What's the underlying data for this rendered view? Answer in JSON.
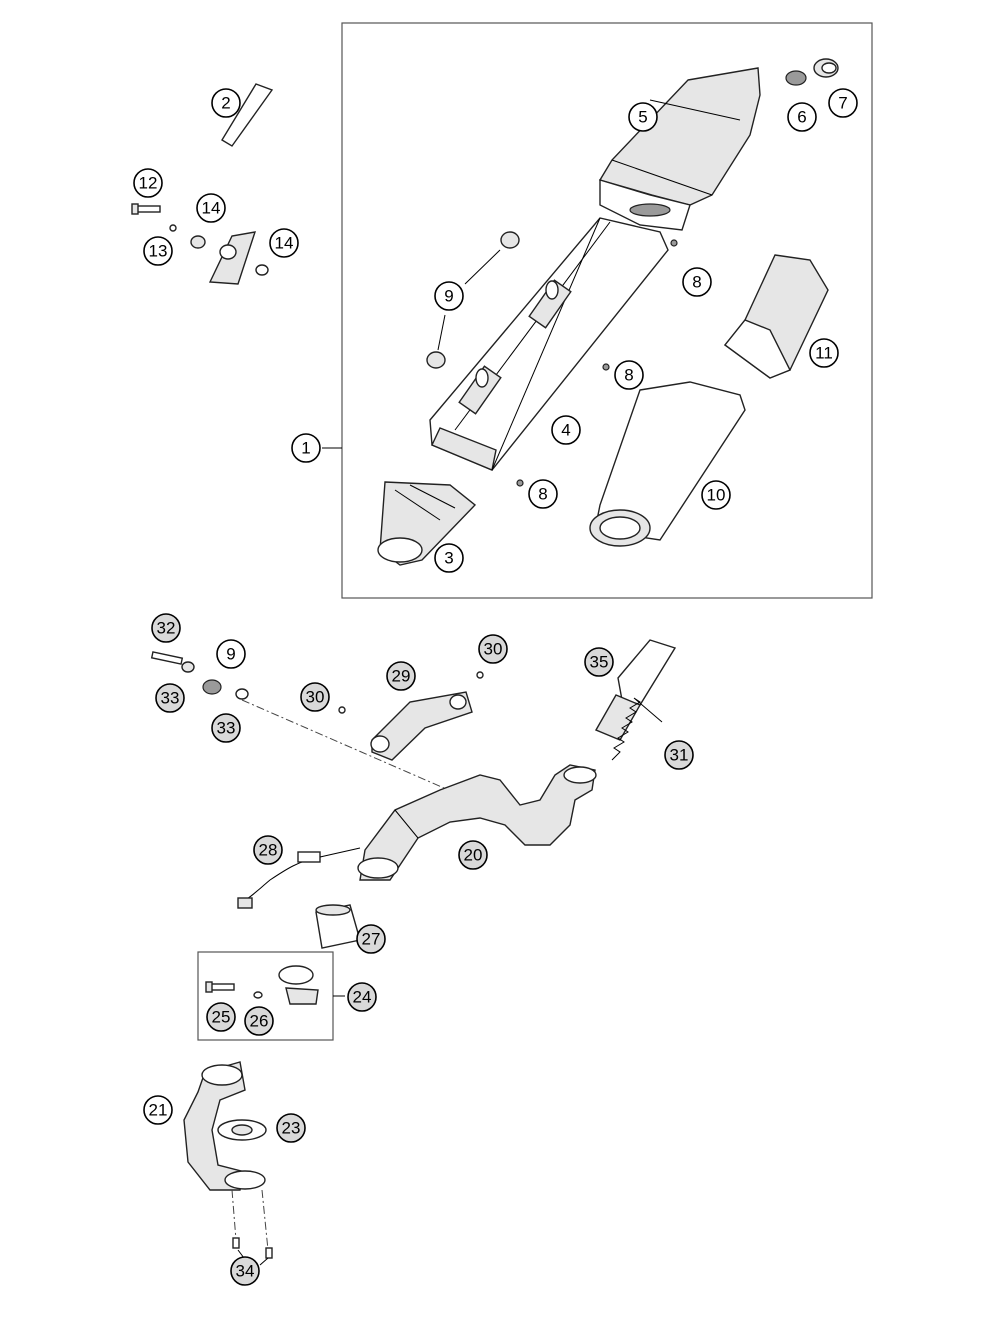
{
  "callouts": {
    "c1": "1",
    "c2": "2",
    "c3": "3",
    "c4": "4",
    "c5": "5",
    "c6": "6",
    "c7": "7",
    "c8a": "8",
    "c8b": "8",
    "c8c": "8",
    "c9a": "9",
    "c9b": "9",
    "c10": "10",
    "c11": "11",
    "c12": "12",
    "c13": "13",
    "c14a": "14",
    "c14b": "14",
    "c20": "20",
    "c21": "21",
    "c23": "23",
    "c24": "24",
    "c25": "25",
    "c26": "26",
    "c27": "27",
    "c28": "28",
    "c29": "29",
    "c30a": "30",
    "c30b": "30",
    "c31": "31",
    "c32": "32",
    "c33a": "33",
    "c33b": "33",
    "c34": "34",
    "c35": "35"
  },
  "colors": {
    "background": "#ffffff",
    "line": "#222222",
    "shade": "#e6e6e6"
  }
}
